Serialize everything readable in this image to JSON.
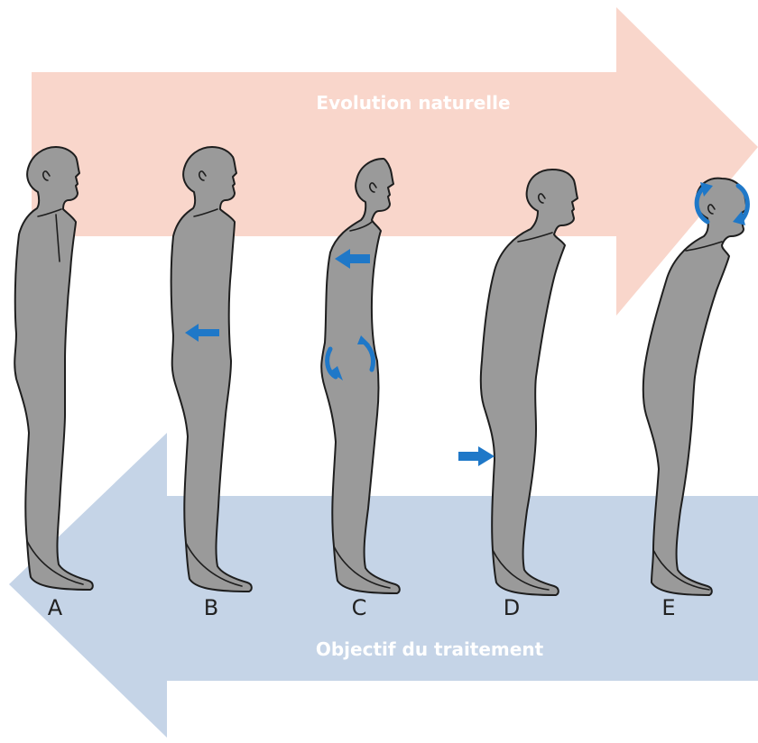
{
  "top_arrow": {
    "label": "Evolution naturelle",
    "color": "#f9d6cb"
  },
  "bottom_arrow": {
    "label": "Objectif du traitement",
    "color": "#c5d4e7"
  },
  "accent_color": "#1f78c8",
  "figures": [
    {
      "letter": "A"
    },
    {
      "letter": "B"
    },
    {
      "letter": "C"
    },
    {
      "letter": "D"
    },
    {
      "letter": "E"
    }
  ]
}
